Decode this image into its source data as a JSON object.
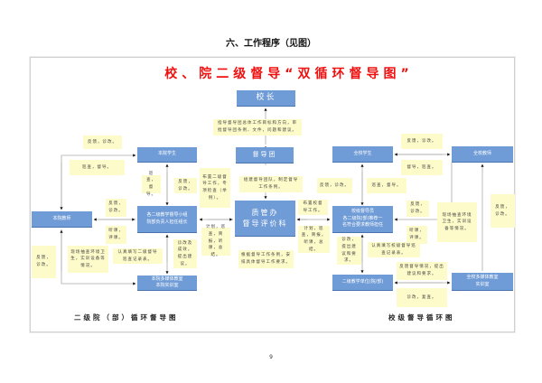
{
  "heading": "六、工作程序（见图）",
  "title": "校、院二级督导“双循环督导图”",
  "boxes": {
    "principal": "校长",
    "supervision_team": "督导团",
    "quality_office": "质管办\n督导评价科",
    "college_students": "本院学生",
    "college_groups": "各二级教学督导小组\n院部负责人担任组长",
    "college_teachers": "本院教师",
    "college_rooms": "本院多媒体教室\n本院实训室",
    "school_students": "全校学生",
    "school_teachers": "全校教师",
    "school_supervisors": "校级督导员\n各二级院(部)推荐一\n名符合要求教师担任",
    "secondary_units": "二级教学单位(院/部)",
    "school_rooms": "全校多媒体教室\n实训室"
  },
  "notes": [
    "指导督导团总体工作目标和方向，审批督导团条例、文件，问题和建议。",
    "反馈，诊改。",
    "巡查，督导。",
    "巡查，督导。",
    "反馈，诊改。",
    "布置二级督导工作，专项检查（举例）。",
    "组建督导团队，制定督导工作条例。",
    "反馈，诊改。",
    "听课，评课。",
    "计划，巡查，简报，听课，总结。",
    "根据督导工作条例，安排具体督导工作要求。",
    "布置校督导工作。",
    "计划，巡查，简报，听课，总结。",
    "反馈，诊改。",
    "督导，巡查。",
    "反馈，诊改。",
    "巡查，督导。",
    "反馈，诊改。",
    "听课，评课。",
    "现场抽查环境卫生，实训设备等情况。",
    "反馈，诊改。",
    "诊改，提出建议和要求。",
    "认真填写校级督导巡查记录表。",
    "反馈督导情况，提出建议和要求。",
    "诊改，复查。",
    "反馈，诊改。",
    "现场抽查环境卫生，实训设备等情况。",
    "认真填写二级督导巡查记录表。",
    "诊改及成效，提出建议。"
  ],
  "captions": {
    "college": "二级院（部）循环督导图",
    "school": "校级督导循环图"
  },
  "page_number": "9"
}
